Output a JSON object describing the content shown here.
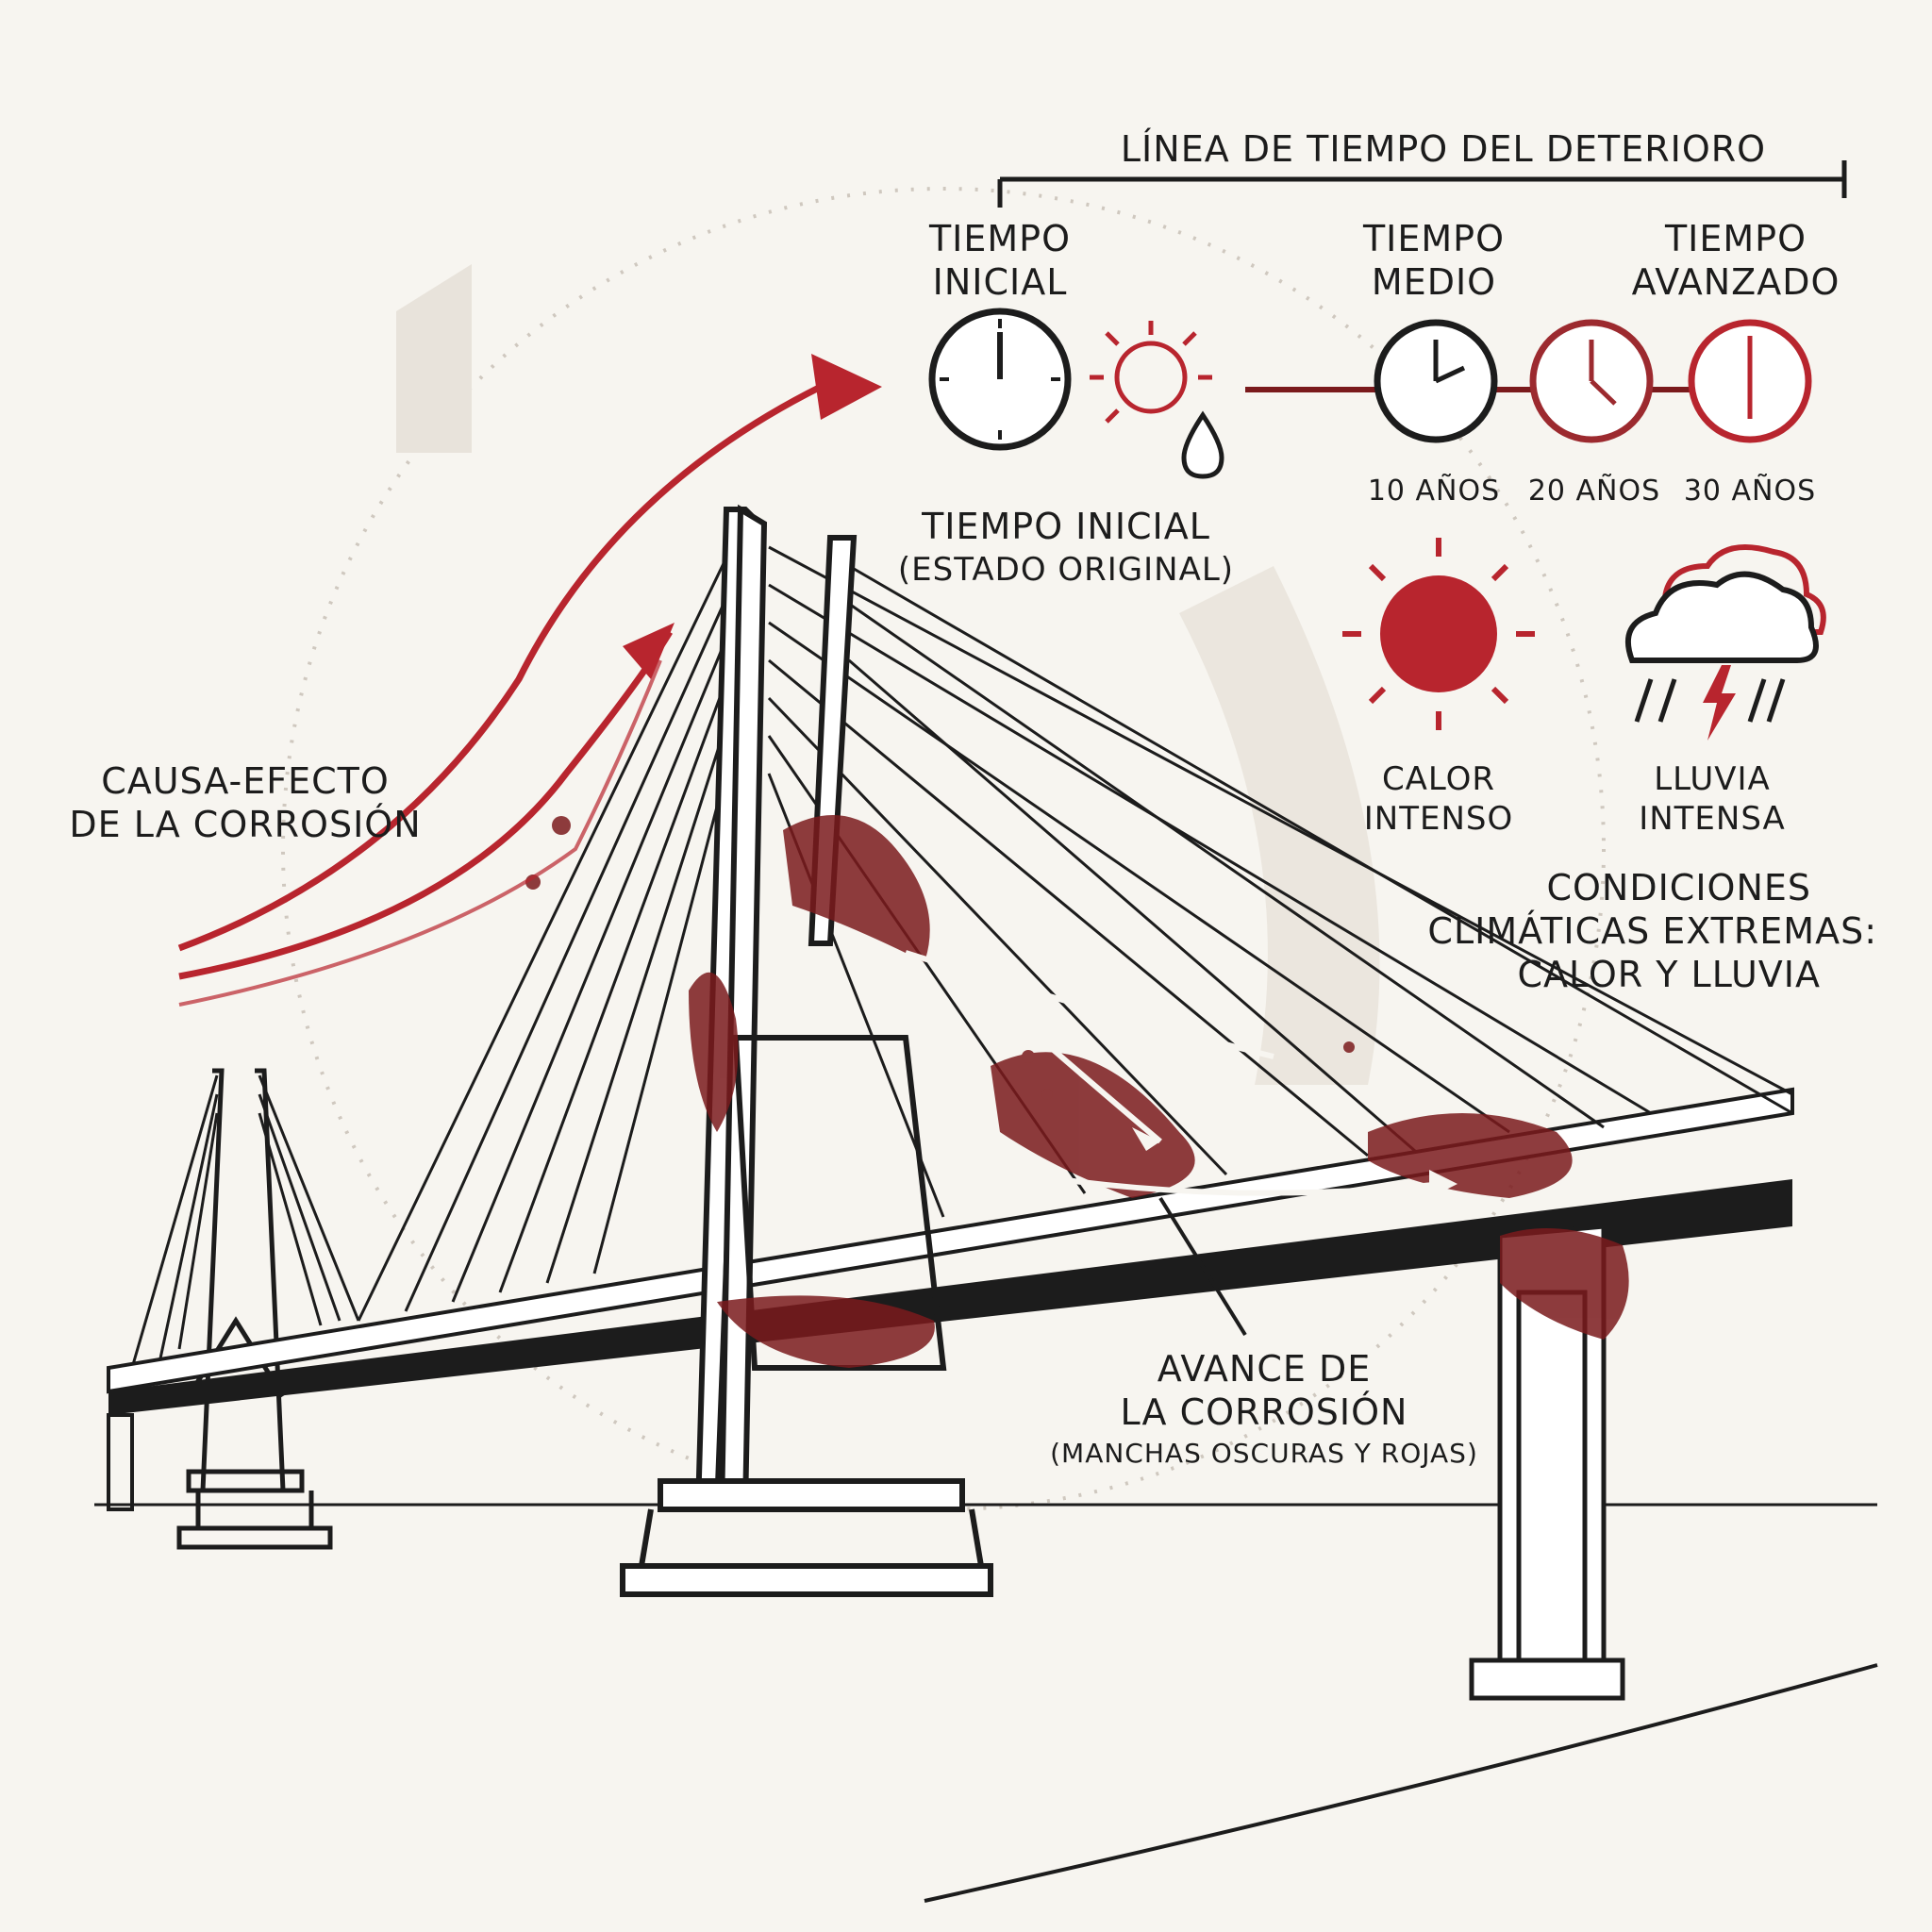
{
  "timeline": {
    "title": "LÍNEA DE TIEMPO DEL DETERIORO",
    "stages": [
      {
        "line1": "TIEMPO",
        "line2": "INICIAL"
      },
      {
        "line1": "TIEMPO",
        "line2": "MEDIO"
      },
      {
        "line1": "TIEMPO",
        "line2": "AVANZADO"
      }
    ],
    "years": [
      "10 AÑOS",
      "20 AÑOS",
      "30 AÑOS"
    ],
    "initial_state": {
      "line1": "TIEMPO INICIAL",
      "line2": "(ESTADO ORIGINAL)"
    },
    "icons": [
      "clock-icon",
      "sun-icon",
      "water-drop-icon",
      "clock-icon",
      "clock-icon",
      "clock-icon"
    ]
  },
  "climate": {
    "heat": {
      "line1": "CALOR",
      "line2": "INTENSO",
      "icon": "sun-icon"
    },
    "rain": {
      "line1": "LLUVIA",
      "line2": "INTENSA",
      "icon": "storm-cloud-icon"
    },
    "title": {
      "line1": "CONDICIONES",
      "line2": "CLIMÁTICAS EXTREMAS:",
      "line3": "CALOR Y LLUVIA"
    }
  },
  "cause_effect": {
    "line1": "CAUSA-EFECTO",
    "line2": "DE LA CORROSIÓN"
  },
  "corrosion": {
    "line1": "AVANCE DE",
    "line2": "LA CORROSIÓN",
    "line3": "(MANCHAS OSCURAS Y ROJAS)"
  },
  "colors": {
    "accent_red": "#b8252e",
    "rust": "#7a1a1c",
    "ink": "#1c1c1c",
    "background": "#f7f5f0"
  }
}
